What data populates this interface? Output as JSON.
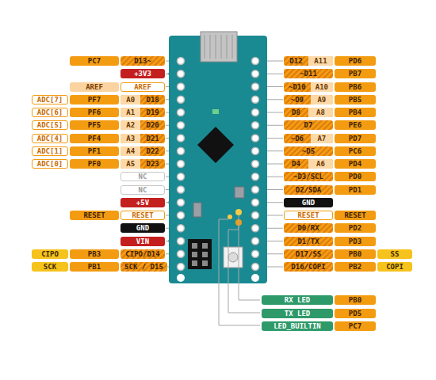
{
  "diagram": {
    "nodes": [
      {
        "text": [
          "PC7"
        ]
      },
      {
        "text": [
          "D13~"
        ]
      },
      {
        "text": [
          "+3V3"
        ]
      },
      {
        "text": [
          "AREF"
        ]
      },
      {
        "text": [
          "AREF"
        ]
      },
      {
        "text": [
          "ADC[7]"
        ]
      },
      {
        "text": [
          "PF7"
        ]
      },
      {
        "text": [
          "A0",
          "D18"
        ]
      },
      {
        "text": [
          "ADC[6]"
        ]
      },
      {
        "text": [
          "PF6"
        ]
      },
      {
        "text": [
          "A1",
          "D19"
        ]
      },
      {
        "text": [
          "ADC[5]"
        ]
      },
      {
        "text": [
          "PF5"
        ]
      },
      {
        "text": [
          "A2",
          "D20"
        ]
      },
      {
        "text": [
          "ADC[4]"
        ]
      },
      {
        "text": [
          "PF4"
        ]
      },
      {
        "text": [
          "A3",
          "D21"
        ]
      },
      {
        "text": [
          "ADC[1]"
        ]
      },
      {
        "text": [
          "PF1"
        ]
      },
      {
        "text": [
          "A4",
          "D22"
        ]
      },
      {
        "text": [
          "ADC[0]"
        ]
      },
      {
        "text": [
          "PF0"
        ]
      },
      {
        "text": [
          "A5",
          "D23"
        ]
      },
      {
        "text": [
          "NC"
        ]
      },
      {
        "text": [
          "NC"
        ]
      },
      {
        "text": [
          "+5V"
        ]
      },
      {
        "text": [
          "RESET"
        ]
      },
      {
        "text": [
          "RESET"
        ]
      },
      {
        "text": [
          "GND"
        ]
      },
      {
        "text": [
          "VIN"
        ]
      },
      {
        "text": [
          "CIPO"
        ]
      },
      {
        "text": [
          "PB3"
        ]
      },
      {
        "text": [
          "CIPO/D14"
        ]
      },
      {
        "text": [
          "SCK"
        ]
      },
      {
        "text": [
          "PB1"
        ]
      },
      {
        "text": [
          "SCK / D15"
        ]
      },
      {
        "text": [
          "D12",
          "A11"
        ]
      },
      {
        "text": [
          "PD6"
        ]
      },
      {
        "text": [
          "~D11"
        ]
      },
      {
        "text": [
          "PB7"
        ]
      },
      {
        "text": [
          "~D10",
          "A10"
        ]
      },
      {
        "text": [
          "PB6"
        ]
      },
      {
        "text": [
          "~D9",
          "A9"
        ]
      },
      {
        "text": [
          "PB5"
        ]
      },
      {
        "text": [
          "D8",
          "A8"
        ]
      },
      {
        "text": [
          "PB4"
        ]
      },
      {
        "text": [
          "D7"
        ]
      },
      {
        "text": [
          "PE6"
        ]
      },
      {
        "text": [
          "~D6",
          "A7"
        ]
      },
      {
        "text": [
          "PD7"
        ]
      },
      {
        "text": [
          "~D5"
        ]
      },
      {
        "text": [
          "PC6"
        ]
      },
      {
        "text": [
          "D4",
          "A6"
        ]
      },
      {
        "text": [
          "PD4"
        ]
      },
      {
        "text": [
          "~D3/SCL"
        ]
      },
      {
        "text": [
          "PD0"
        ]
      },
      {
        "text": [
          "D2/SDA"
        ]
      },
      {
        "text": [
          "PD1"
        ]
      },
      {
        "text": [
          "GND"
        ]
      },
      {
        "text": [
          "RESET"
        ]
      },
      {
        "text": [
          "RESET"
        ]
      },
      {
        "text": [
          "D0/RX"
        ]
      },
      {
        "text": [
          "PD2"
        ]
      },
      {
        "text": [
          "D1/TX"
        ]
      },
      {
        "text": [
          "PD3"
        ]
      },
      {
        "text": [
          "D17/SS"
        ]
      },
      {
        "text": [
          "PB0"
        ]
      },
      {
        "text": [
          "SS"
        ]
      },
      {
        "text": [
          "D16/COPI"
        ]
      },
      {
        "text": [
          "PB2"
        ]
      },
      {
        "text": [
          "COPI"
        ]
      },
      {
        "text": [
          "RX LED"
        ]
      },
      {
        "text": [
          "PB0"
        ]
      },
      {
        "text": [
          "TX LED"
        ]
      },
      {
        "text": [
          "PD5"
        ]
      },
      {
        "text": [
          "LED_BUILTIN"
        ]
      },
      {
        "text": [
          "PC7"
        ]
      }
    ]
  }
}
